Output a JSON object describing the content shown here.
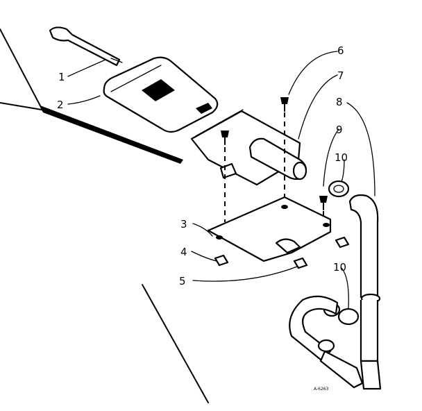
{
  "callouts": [
    {
      "id": "1",
      "label": "1"
    },
    {
      "id": "2",
      "label": "2"
    },
    {
      "id": "3",
      "label": "3"
    },
    {
      "id": "4",
      "label": "4"
    },
    {
      "id": "5",
      "label": "5"
    },
    {
      "id": "6",
      "label": "6"
    },
    {
      "id": "7",
      "label": "7"
    },
    {
      "id": "8",
      "label": "8"
    },
    {
      "id": "9",
      "label": "9"
    },
    {
      "id": "10a",
      "label": "10"
    },
    {
      "id": "10b",
      "label": "10"
    }
  ],
  "figure_code": "A-6263",
  "colors": {
    "ink": "#000000",
    "paper": "#ffffff"
  }
}
